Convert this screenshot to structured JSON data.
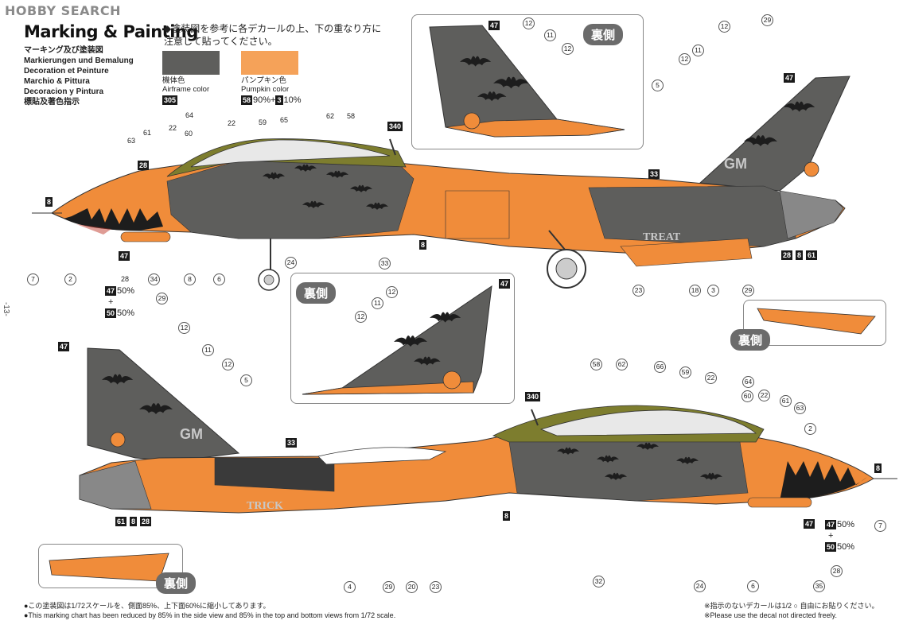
{
  "watermark": "HOBBY SEARCH",
  "header": {
    "title": "Marking & Painting",
    "subtitles": [
      "マーキング及び塗装図",
      "Markierungen und Bemalung",
      "Decoration et Peinture",
      "Marchio & Pittura",
      "Decoracion y Pintura",
      "標貼及著色指示"
    ]
  },
  "instruction": {
    "line1": "◆塗装図を参考に各デカールの上、下の重なり方に",
    "line2": "注意して貼ってください。"
  },
  "colors": {
    "airframe": {
      "jp": "機体色",
      "en": "Airframe color",
      "code": "305",
      "hex": "#5e5e5c"
    },
    "pumpkin": {
      "jp": "パンプキン色",
      "en": "Pumpkin color",
      "code_a": "58",
      "pct_a": "90%",
      "plus": "+",
      "code_b": "3",
      "pct_b": "10%",
      "hex": "#f5a259"
    },
    "olive": "#7d7d2e",
    "orange_body": "#f08c3a"
  },
  "rear_label": "裏側",
  "aircraft_text": {
    "top_tail": "GM",
    "top_belly": "TREAT",
    "bottom_tail": "GM",
    "bottom_belly": "TRICK"
  },
  "mix_notes": {
    "left": {
      "code_a": "47",
      "pct_a": "50%",
      "plus": "+",
      "code_b": "50",
      "pct_b": "50%"
    },
    "right": {
      "code_a": "47",
      "pct_a": "50%",
      "plus": "+",
      "code_b": "50",
      "pct_b": "50%"
    }
  },
  "decal_squares": {
    "s8_top_nose": "8",
    "s28_top": "28",
    "s340_top": "340",
    "s47_top_tail": "47",
    "s33_top": "33",
    "s8_top_belly": "8",
    "s28_top_r": "28",
    "s8_top_r": "8",
    "s61_top_r": "61",
    "s47_top_left": "47",
    "s47_inset_top": "47",
    "s47_inset_mid": "47",
    "s47_bot_tail": "47",
    "s33_bot": "33",
    "s340_bot": "340",
    "s8_bot_nose": "8",
    "s61_bot": "61",
    "s8_bot": "8",
    "s28_bot": "28",
    "s8_bot_belly": "8",
    "s47_bot_right": "47"
  },
  "callouts_top": [
    "63",
    "61",
    "22",
    "60",
    "64",
    "22",
    "59",
    "65",
    "62",
    "58",
    "29",
    "12",
    "11",
    "12",
    "5",
    "7",
    "2",
    "28",
    "34",
    "8",
    "6",
    "24",
    "33",
    "23",
    "18",
    "3",
    "29"
  ],
  "callouts_inset_top": [
    "12",
    "11",
    "12"
  ],
  "callouts_inset_mid": [
    "12",
    "11",
    "12"
  ],
  "callouts_bottom": [
    "29",
    "12",
    "11",
    "12",
    "5",
    "58",
    "62",
    "66",
    "59",
    "22",
    "64",
    "60",
    "22",
    "61",
    "63",
    "2",
    "7",
    "28",
    "4",
    "29",
    "20",
    "23",
    "32",
    "24",
    "6",
    "35"
  ],
  "footnotes": {
    "jp_left": "●この塗装図は1/72スケールを、側面85%、上下面60%に縮小してあります。",
    "en_left": "●This marking chart has been reduced by 85% in the side view and 85% in the top and bottom views from 1/72 scale.",
    "jp_right": "※指示のないデカールは1/2 ○ 自由にお貼りください。",
    "en_right": "※Please use the decal not directed freely."
  },
  "page_number": "-13-"
}
